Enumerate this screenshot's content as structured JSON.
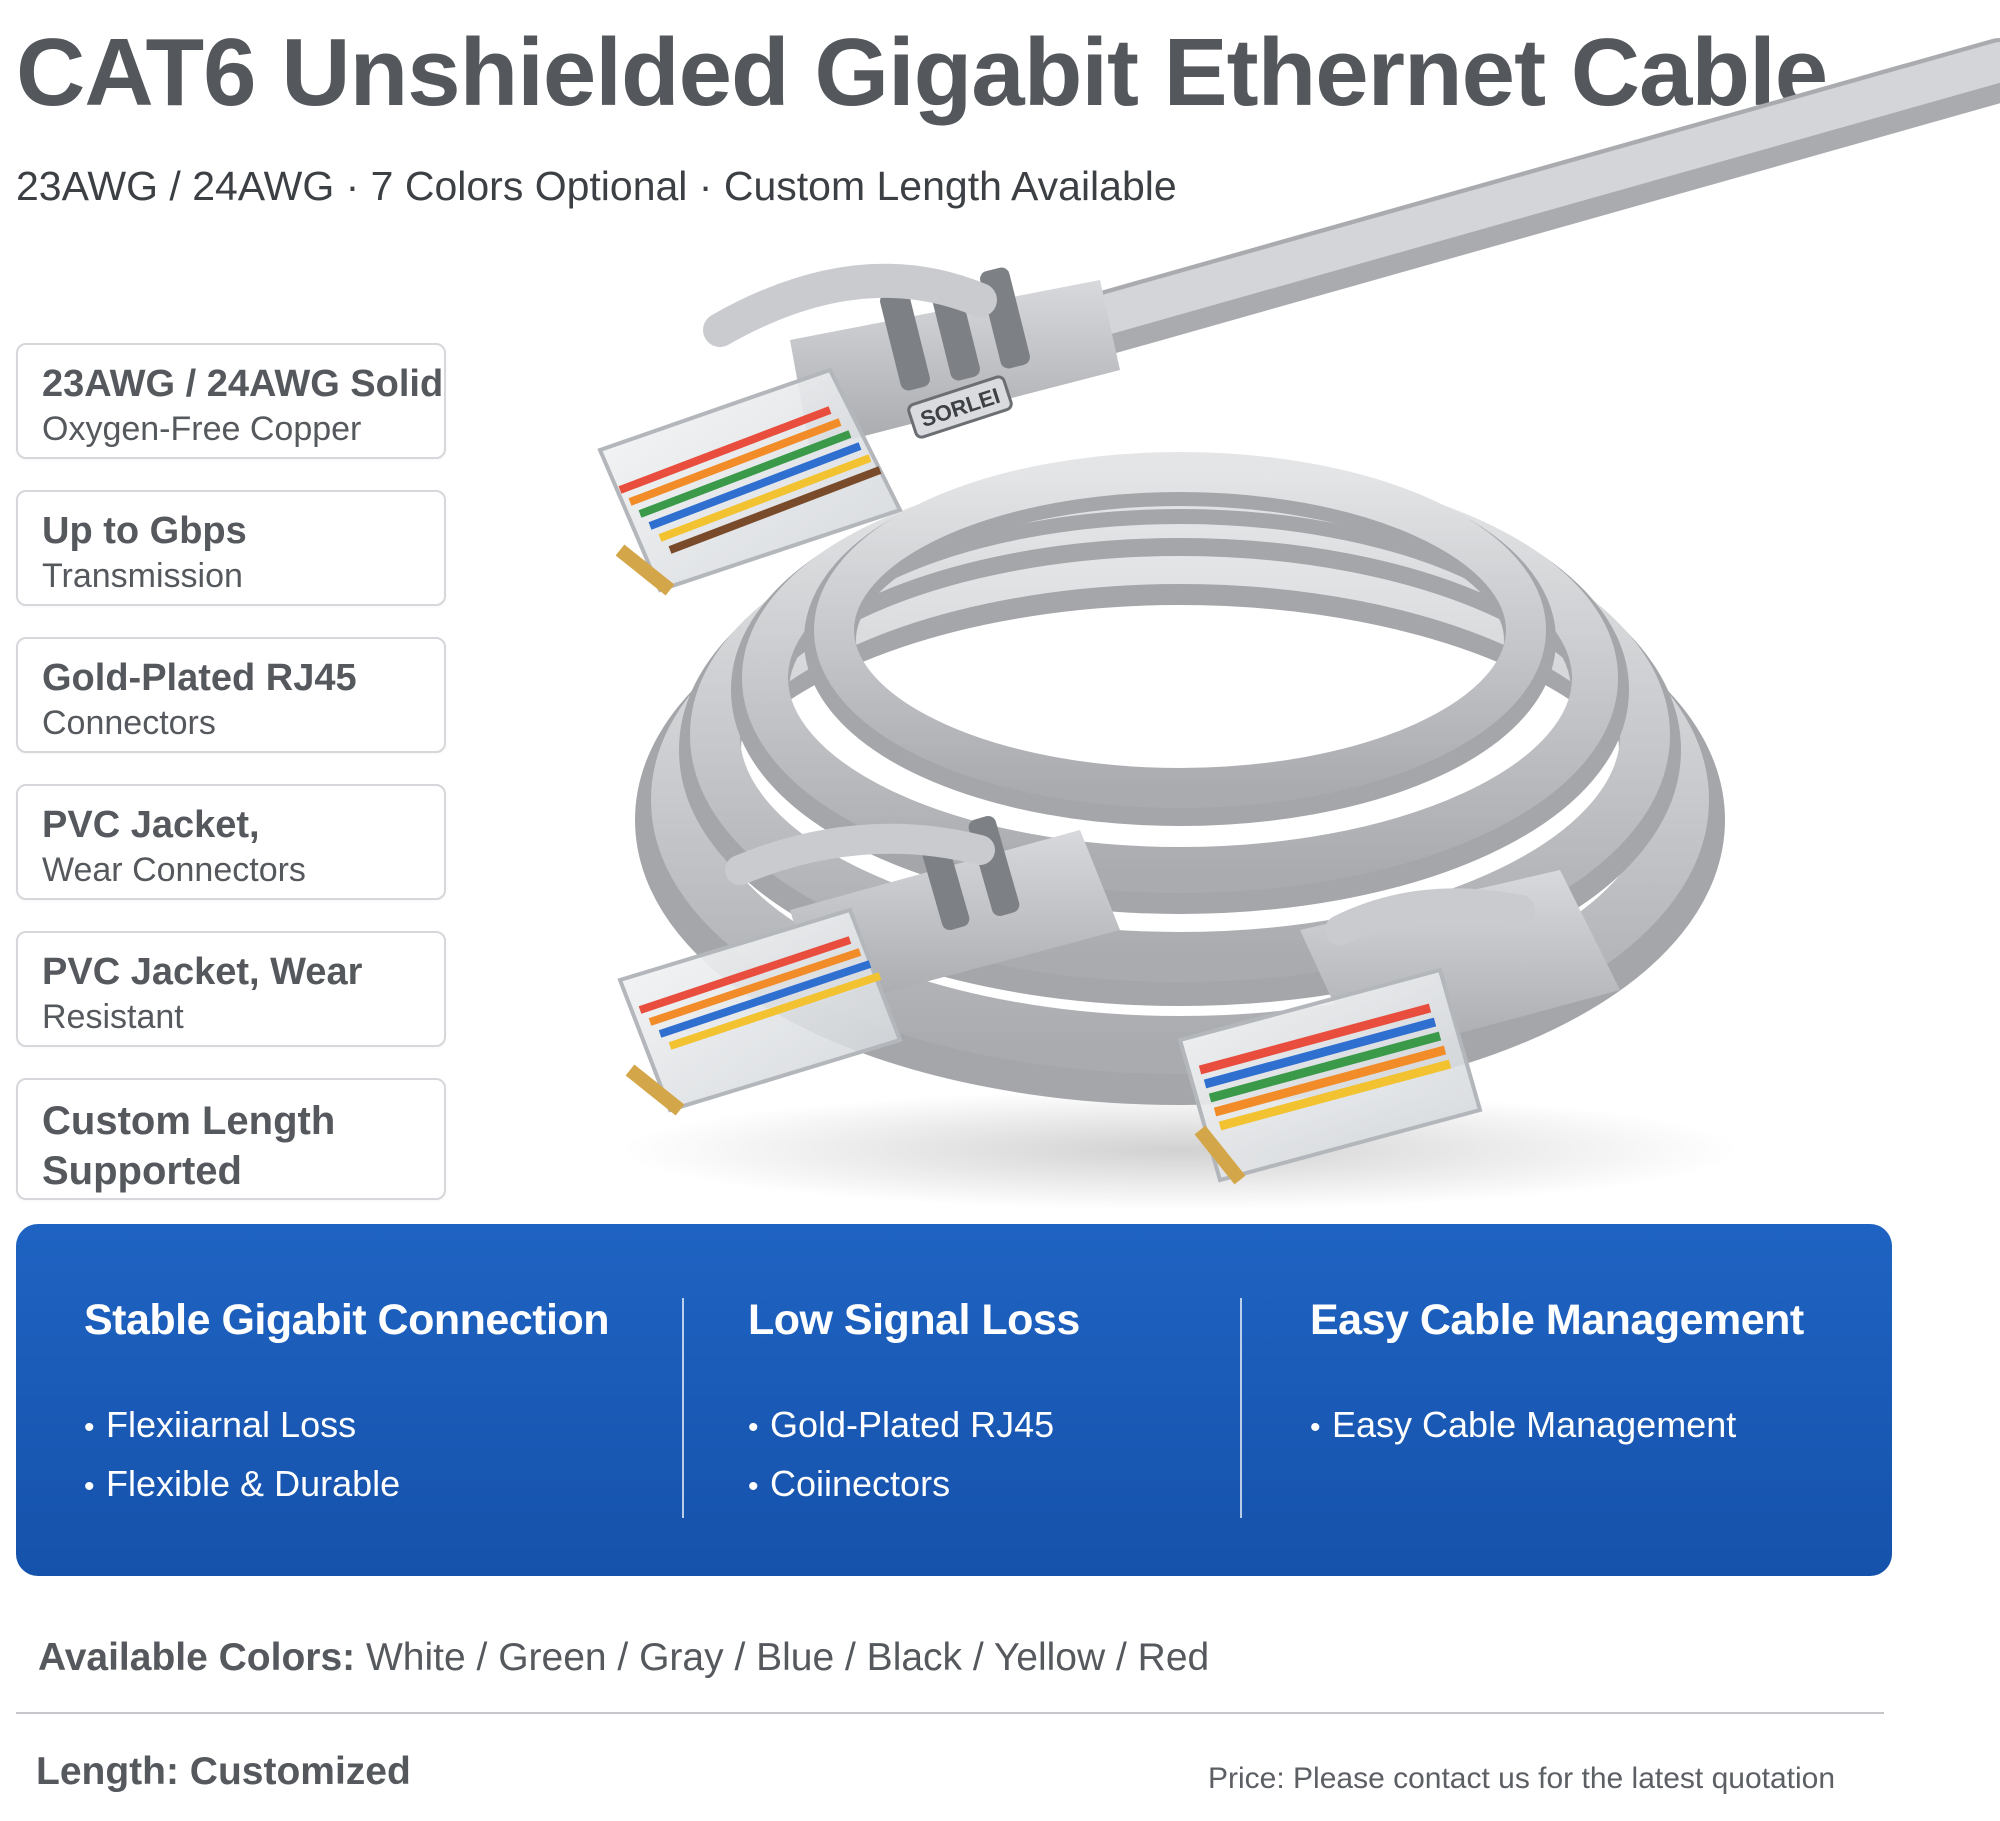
{
  "header": {
    "title": "CAT6 Unshielded Gigabit Ethernet Cable",
    "subtitle": "23AWG / 24AWG · 7 Colors Optional · Custom Length Available"
  },
  "features": [
    {
      "line1": "23AWG / 24AWG Solid",
      "line2": "Oxygen-Free Copper"
    },
    {
      "line1": "Up to Gbps",
      "line2": "Transmission"
    },
    {
      "line1": "Gold-Plated RJ45",
      "line2": "Connectors"
    },
    {
      "line1": "PVC Jacket,",
      "line2": "Wear Connectors"
    },
    {
      "line1": "PVC Jacket, Wear",
      "line2": "Resistant"
    },
    {
      "line1": "Custom Length",
      "line2": "Supported"
    }
  ],
  "product": {
    "brand": "SORLEI"
  },
  "benefits": [
    {
      "heading": "Stable Gigabit Connection",
      "bullets": [
        "Flexiiarnal Loss",
        "Flexible & Durable"
      ]
    },
    {
      "heading": "Low Signal Loss",
      "bullets": [
        "Gold-Plated RJ45",
        "Coiinectors"
      ]
    },
    {
      "heading": "Easy Cable Management",
      "bullets": [
        "Easy Cable Management"
      ]
    }
  ],
  "footer": {
    "colors_label": "Available Colors:",
    "colors_value": "White / Green / Gray / Blue / Black / Yellow / Red",
    "length": "Length: Customized",
    "price": "Price: Please contact us for the latest quotation"
  },
  "theme": {
    "panel_blue": "#1a5bb8",
    "cable_gray": "#c9cbce",
    "text_gray": "#55585d"
  }
}
